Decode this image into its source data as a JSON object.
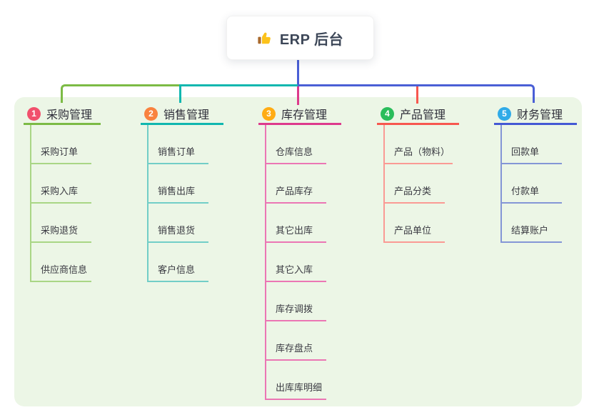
{
  "root": {
    "title": "ERP 后台",
    "icon": "thumbs-up-icon"
  },
  "colors": {
    "root_stem": "#4a5fd6",
    "panel_bg": "#ecf6e6",
    "branch_accents": [
      "#7cbb45",
      "#10b7af",
      "#dd3a8c",
      "#f7574f",
      "#4459d4"
    ],
    "branch_light_lines": [
      "#a9d685",
      "#72cec7",
      "#eb76b4",
      "#fa9a94",
      "#8496d6"
    ],
    "badge_colors": [
      "#f1506c",
      "#f9823f",
      "#ffac14",
      "#2abd5b",
      "#30abe8"
    ]
  },
  "branches": [
    {
      "badge": "1",
      "label": "采购管理",
      "children": [
        "采购订单",
        "采购入库",
        "采购退货",
        "供应商信息"
      ]
    },
    {
      "badge": "2",
      "label": "销售管理",
      "children": [
        "销售订单",
        "销售出库",
        "销售退货",
        "客户信息"
      ]
    },
    {
      "badge": "3",
      "label": "库存管理",
      "children": [
        "仓库信息",
        "产品库存",
        "其它出库",
        "其它入库",
        "库存调拨",
        "库存盘点",
        "出库库明细"
      ]
    },
    {
      "badge": "4",
      "label": "产品管理",
      "children": [
        "产品（物料）",
        "产品分类",
        "产品单位"
      ]
    },
    {
      "badge": "5",
      "label": "财务管理",
      "children": [
        "回款单",
        "付款单",
        "结算账户"
      ]
    }
  ]
}
